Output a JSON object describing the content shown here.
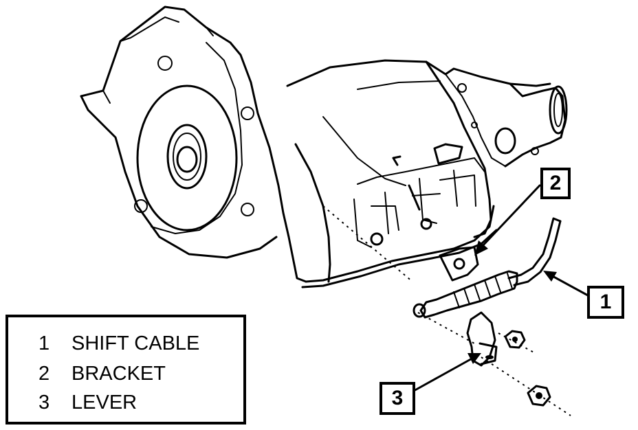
{
  "callouts": [
    {
      "id": "1",
      "label": "1"
    },
    {
      "id": "2",
      "label": "2"
    },
    {
      "id": "3",
      "label": "3"
    }
  ],
  "legend": {
    "items": [
      {
        "number": "1",
        "text": "SHIFT CABLE"
      },
      {
        "number": "2",
        "text": "BRACKET"
      },
      {
        "number": "3",
        "text": "LEVER"
      }
    ]
  },
  "colors": {
    "ink": "#000000",
    "background": "#ffffff"
  }
}
